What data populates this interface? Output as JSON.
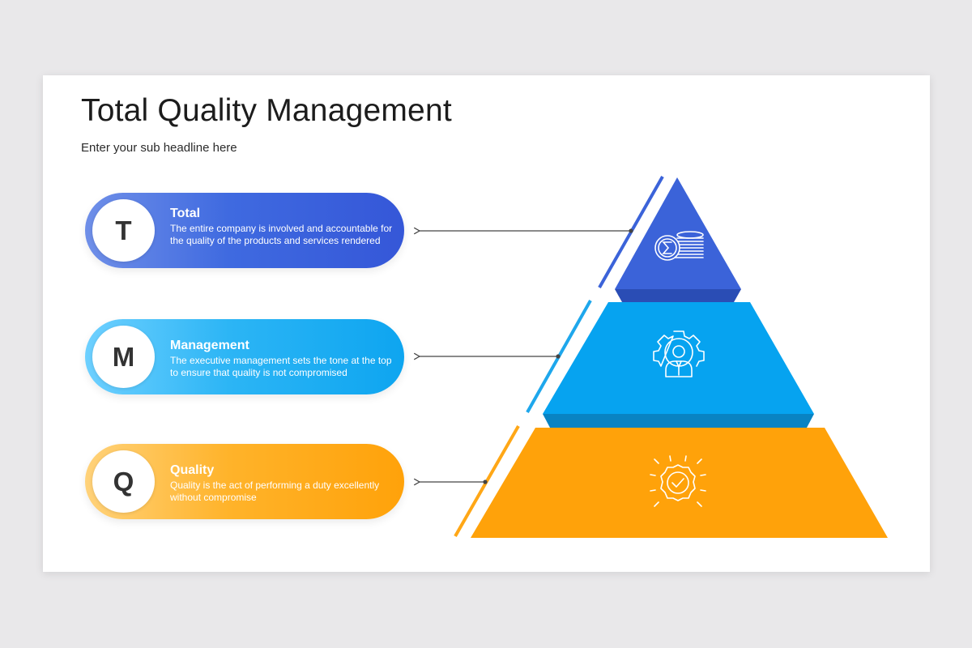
{
  "slide": {
    "title": "Total Quality Management",
    "subtitle": "Enter your sub headline here"
  },
  "items": [
    {
      "letter": "T",
      "title": "Total",
      "description": "The entire company is involved and accountable for the quality of the products and services rendered",
      "color": "#3f6ae0",
      "icon": "sigma-coins-icon"
    },
    {
      "letter": "M",
      "title": "Management",
      "description": "The executive management sets the tone at the top to ensure that quality is not compromised",
      "color": "#0ea5f0",
      "icon": "gear-person-icon"
    },
    {
      "letter": "Q",
      "title": "Quality",
      "description": "Quality is the act of performing a duty excellently without compromise",
      "color": "#ffa20a",
      "icon": "quality-badge-icon"
    }
  ],
  "colors": {
    "background": "#e9e8ea",
    "slide": "#ffffff",
    "blue": "#3b63d9",
    "sky": "#06a3f0",
    "orange": "#ffa20a"
  }
}
